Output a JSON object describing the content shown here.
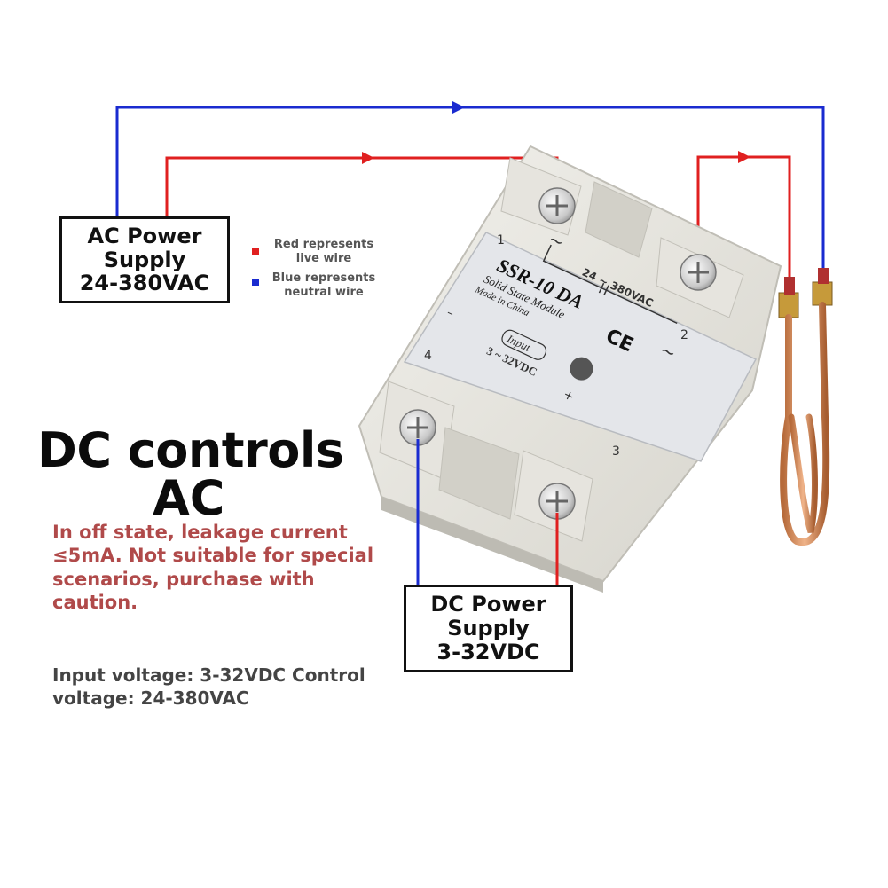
{
  "ac_supply": {
    "lines": [
      "AC Power",
      "Supply",
      "24-380VAC"
    ]
  },
  "dc_supply": {
    "lines": [
      "DC Power",
      "Supply",
      "3-32VDC"
    ]
  },
  "legend": {
    "red": {
      "lines": [
        "Red represents",
        "live wire"
      ],
      "color": "#e02020"
    },
    "blue": {
      "lines": [
        "Blue represents",
        "neutral wire"
      ],
      "color": "#1a2bd0"
    }
  },
  "headline": {
    "line1": "DC controls",
    "line2": "AC"
  },
  "warning": "In off state, leakage current ≤5mA. Not suitable for special scenarios, purchase with caution.",
  "spec": "Input voltage: 3-32VDC Control voltage: 24-380VAC",
  "module": {
    "model": "SSR-10 DA",
    "subtitle": "Solid State Module",
    "origin": "Made in China",
    "cert": "CE",
    "ac_range": "24 ~ 380VAC",
    "input_label": "Input",
    "dc_range": "3 ~ 32VDC",
    "term1": "1",
    "term2": "2",
    "term3": "3",
    "term4": "4",
    "tilde1": "~",
    "tilde2": "~",
    "plus": "+",
    "minus": "–"
  },
  "colors": {
    "live": "#e02020",
    "neutral": "#1a2bd0"
  }
}
